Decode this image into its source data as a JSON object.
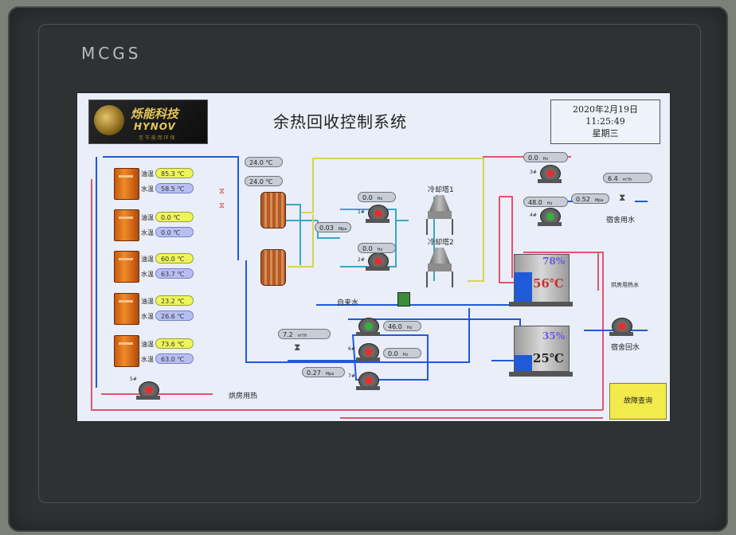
{
  "device": {
    "brand": "MCGS"
  },
  "logo": {
    "cn": "烁能科技",
    "en": "HYNOV",
    "sub": "至 节 能 而 环 保"
  },
  "title": "余热回收控制系统",
  "datetime": {
    "date": "2020年2月19日",
    "time": "11:25:49",
    "weekday": "星期三"
  },
  "heaters": [
    {
      "oil_label": "油温",
      "oil": "85.3 ℃",
      "water_label": "水温",
      "water": "58.5 ℃"
    },
    {
      "oil_label": "油温",
      "oil": "0.0 ℃",
      "water_label": "水温",
      "water": "0.0 ℃"
    },
    {
      "oil_label": "油温",
      "oil": "60.0 ℃",
      "water_label": "水温",
      "water": "63.7 ℃"
    },
    {
      "oil_label": "油温",
      "oil": "23.2 ℃",
      "water_label": "水温",
      "water": "26.6 ℃"
    },
    {
      "oil_label": "油温",
      "oil": "73.6 ℃",
      "water_label": "水温",
      "water": "63.0 ℃"
    }
  ],
  "readings": {
    "hx_temp1": "24.0 ℃",
    "hx_temp2": "24.0 ℃",
    "pressure_main": "0.03",
    "pressure_unit": "Mpa",
    "pump1_hz": "0.0",
    "pump2_hz": "0.0",
    "hz_unit": "Hz",
    "top_pump_hz": "0.0",
    "dorm_pump_hz": "48.0",
    "dorm_pressure": "0.52",
    "dorm_flow": "6.4",
    "flow_unit": "m³/h",
    "lower_flow": "7.2",
    "lower_pump_hz": "46.0",
    "lower_pump2_hz": "0.0",
    "lower_pressure": "0.27"
  },
  "labels": {
    "tower1": "冷却塔1",
    "tower2": "冷却塔2",
    "dorm_water": "宿舍用水",
    "bake_water": "烘房用热水",
    "tap_water": "自来水",
    "dorm_return": "宿舍回水",
    "bake_heat": "烘房用热",
    "pump_1": "1#",
    "pump_2": "2#",
    "pump_3": "3#",
    "pump_4": "4#",
    "pump_5": "5#",
    "pump_6": "6#",
    "pump_7": "7#"
  },
  "tanks": {
    "upper_temp": "56℃",
    "upper_level": "78%",
    "lower_temp": "25℃",
    "lower_level": "35%"
  },
  "buttons": {
    "fault_query": "故障查询"
  },
  "colors": {
    "hot_pipe": "#e8506e",
    "cold_pipe": "#1f5bd8",
    "yellow_pipe": "#d8d64a",
    "cyan_pipe": "#3aa6c8"
  }
}
